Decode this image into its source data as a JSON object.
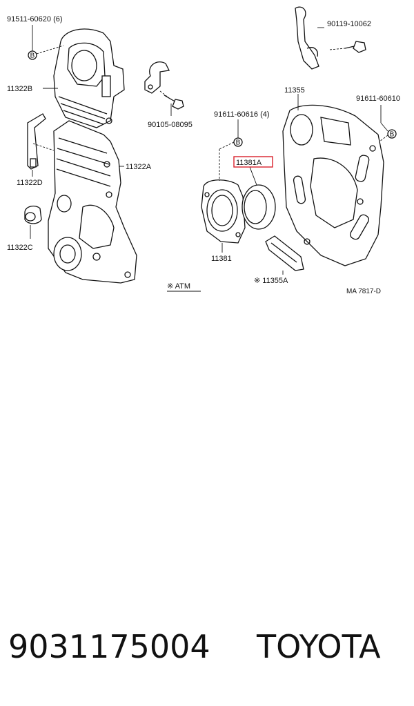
{
  "labels": {
    "l91511": "91511-60620 (6)",
    "l11322B": "11322B",
    "l11322D": "11322D",
    "l11322C": "11322C",
    "l11322A": "11322A",
    "l90105": "90105-08095",
    "atm": "※ ATM",
    "l90119": "90119-10062",
    "l11355": "11355",
    "l91611_60610": "91611-60610",
    "l91611_60616": "91611-60616 (4)",
    "l11381A": "11381A",
    "l11381": "11381",
    "l11355A": "※ 11355A",
    "ref": "MA  7817-D",
    "bolt_b": "B"
  },
  "highlight_color": "#d9202a",
  "footer": {
    "part_number": "9031175004",
    "brand": "TOYOTA"
  }
}
